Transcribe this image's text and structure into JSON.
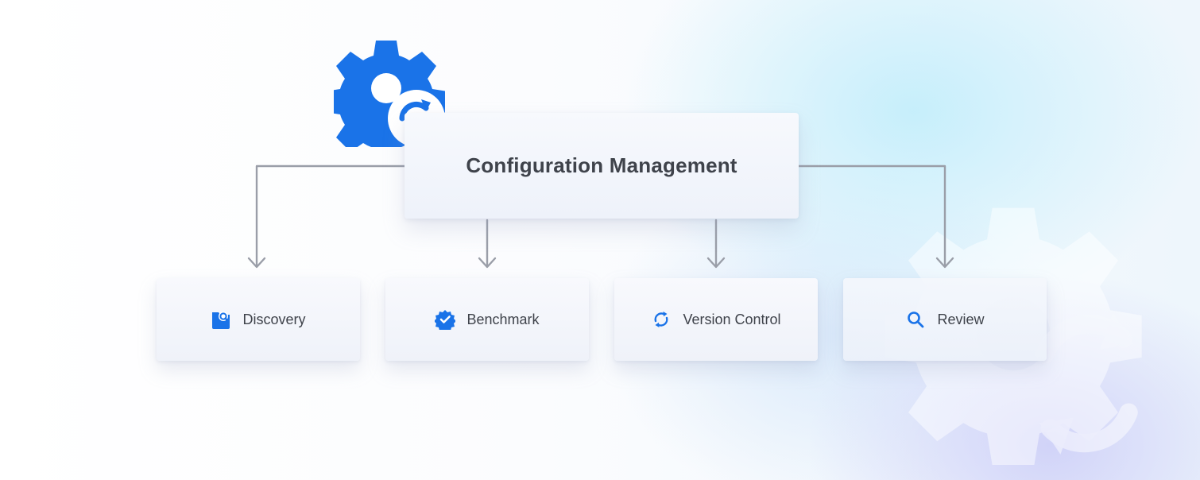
{
  "diagram": {
    "root": {
      "label": "Configuration Management",
      "icon": "gear-sync-icon"
    },
    "children": [
      {
        "label": "Discovery",
        "icon": "folder-search-icon"
      },
      {
        "label": "Benchmark",
        "icon": "verified-badge-icon"
      },
      {
        "label": "Version Control",
        "icon": "sync-icon"
      },
      {
        "label": "Review",
        "icon": "search-icon"
      }
    ],
    "colors": {
      "accent": "#1a73e8",
      "connector": "#9a9ea8",
      "text": "#3f434b"
    }
  }
}
